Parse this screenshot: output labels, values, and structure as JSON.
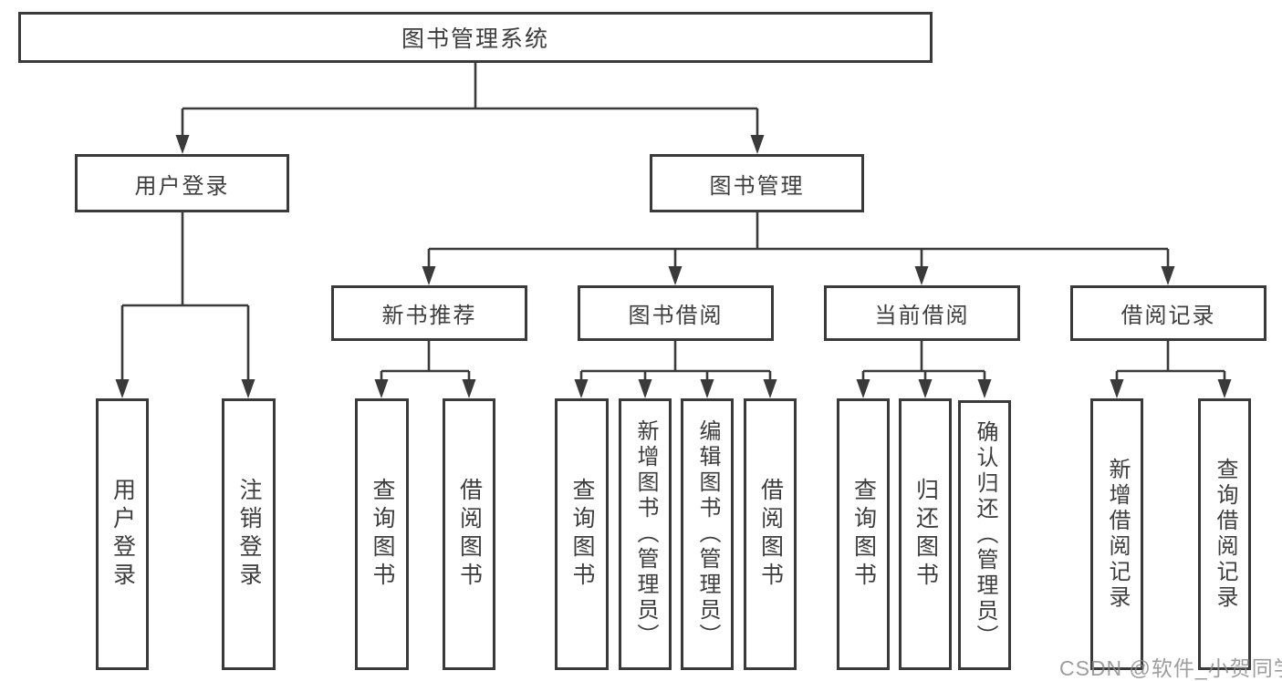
{
  "colors": {
    "line": "#3a3a3a",
    "box_border": "#3a3a3a",
    "text": "#3d3d3d",
    "background": "#ffffff",
    "watermark_text_color": "#888888"
  },
  "watermark": {
    "text": "CSDN @软件_小贺同学"
  },
  "tree": {
    "root": {
      "label": "图书管理系统",
      "children": [
        {
          "label": "用户登录",
          "children": [
            {
              "label": "用户登录"
            },
            {
              "label": "注销登录"
            }
          ]
        },
        {
          "label": "图书管理",
          "children": [
            {
              "label": "新书推荐",
              "children": [
                {
                  "label": "查询图书"
                },
                {
                  "label": "借阅图书"
                }
              ]
            },
            {
              "label": "图书借阅",
              "children": [
                {
                  "label": "查询图书"
                },
                {
                  "label": "新增图书（管理员）"
                },
                {
                  "label": "编辑图书（管理员）"
                },
                {
                  "label": "借阅图书"
                }
              ]
            },
            {
              "label": "当前借阅",
              "children": [
                {
                  "label": "查询图书"
                },
                {
                  "label": "归还图书"
                },
                {
                  "label": "确认归还（管理员）"
                }
              ]
            },
            {
              "label": "借阅记录",
              "children": [
                {
                  "label": "新增借阅记录"
                },
                {
                  "label": "查询借阅记录"
                }
              ]
            }
          ]
        }
      ]
    }
  }
}
